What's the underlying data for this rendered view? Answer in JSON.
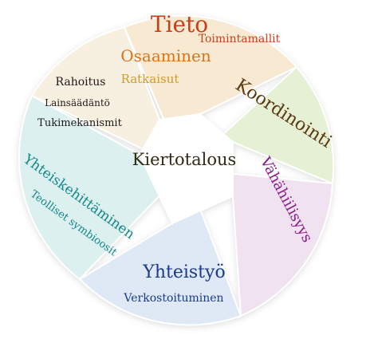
{
  "center": {
    "label": "Kiertotalous",
    "color": "#2e2a12"
  },
  "segments": [
    {
      "id": "tieto",
      "fill": "#f8ead2",
      "lines": [
        {
          "text": "Tieto",
          "color": "#c8401a"
        },
        {
          "text": "Toimintamallit",
          "color": "#c8401a"
        },
        {
          "text": "Osaaminen",
          "color": "#d9731a"
        },
        {
          "text": "Ratkaisut",
          "color": "#d39a2a"
        }
      ]
    },
    {
      "id": "koordinointi",
      "fill": "#e6f0d4",
      "lines": [
        {
          "text": "Koordinointi",
          "color": "#5a3a10"
        }
      ]
    },
    {
      "id": "vahahiilisyys",
      "fill": "#f1e2f1",
      "lines": [
        {
          "text": "Vähähiilisyys",
          "color": "#8b1a8b"
        }
      ]
    },
    {
      "id": "yhteistyo",
      "fill": "#dfe8f5",
      "lines": [
        {
          "text": "Yhteistyö",
          "color": "#1a3a8a"
        },
        {
          "text": "Verkostoituminen",
          "color": "#1a3a8a"
        }
      ]
    },
    {
      "id": "yhteiskehittaminen",
      "fill": "#dcf0ef",
      "lines": [
        {
          "text": "Yhteiskehittäminen",
          "color": "#13878a"
        },
        {
          "text": "Teolliset symbioosit",
          "color": "#13878a"
        }
      ]
    },
    {
      "id": "rahoitus",
      "fill": "#f7efdf",
      "lines": [
        {
          "text": "Rahoitus",
          "color": "#1c1c1c"
        },
        {
          "text": "Lainsäädäntö",
          "color": "#1c1c1c"
        },
        {
          "text": "Tukimekanismit",
          "color": "#1c1c1c"
        }
      ]
    }
  ]
}
